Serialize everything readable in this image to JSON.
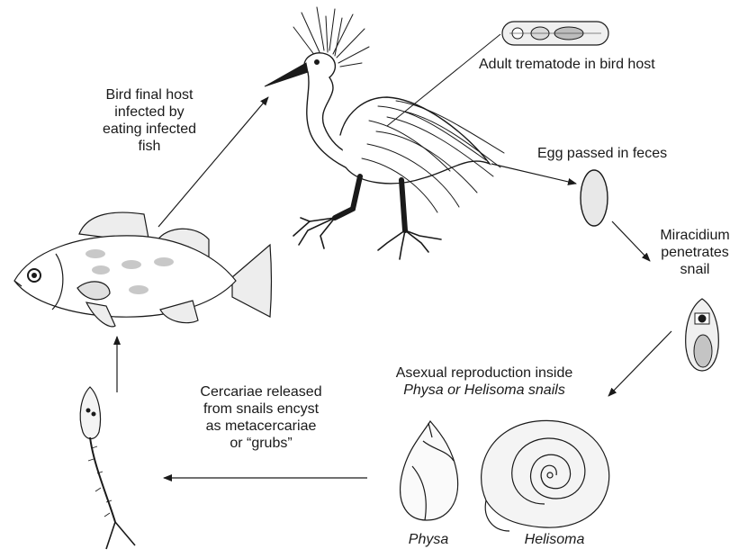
{
  "labels": {
    "bird_host": [
      "Bird final host",
      "infected by",
      "eating infected",
      "fish"
    ],
    "adult": "Adult trematode in bird host",
    "egg": "Egg passed in feces",
    "miracidium": [
      "Miracidium",
      "penetrates",
      "snail"
    ],
    "asexual": [
      "Asexual reproduction inside",
      "Physa or Helisoma snails"
    ],
    "cercariae": [
      "Cercariae released",
      "from snails encyst",
      "as metacercariae",
      "or “grubs”"
    ],
    "physa": "Physa",
    "helisoma": "Helisoma"
  },
  "icons": [
    "egret-icon",
    "fish-icon",
    "adult-trematode-icon",
    "egg-icon",
    "miracidium-icon",
    "physa-snail-icon",
    "helisoma-snail-icon",
    "cercaria-icon"
  ],
  "colors": {
    "ink": "#1a1a1a",
    "fish_spot": "#c8c8c8",
    "egg_fill": "#e8e8e8"
  }
}
